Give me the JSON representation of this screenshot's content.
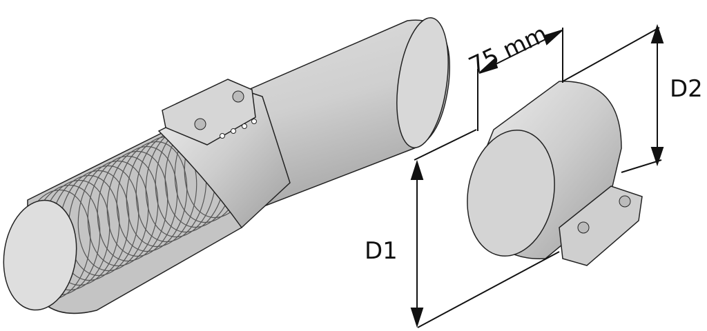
{
  "labels": {
    "length": "75 mm",
    "d1": "D1",
    "d2": "D2"
  },
  "colors": {
    "metal_light": "#e4e4e4",
    "metal_mid": "#c9c9c9",
    "metal_dark": "#9a9a9a",
    "outline": "#222222"
  }
}
